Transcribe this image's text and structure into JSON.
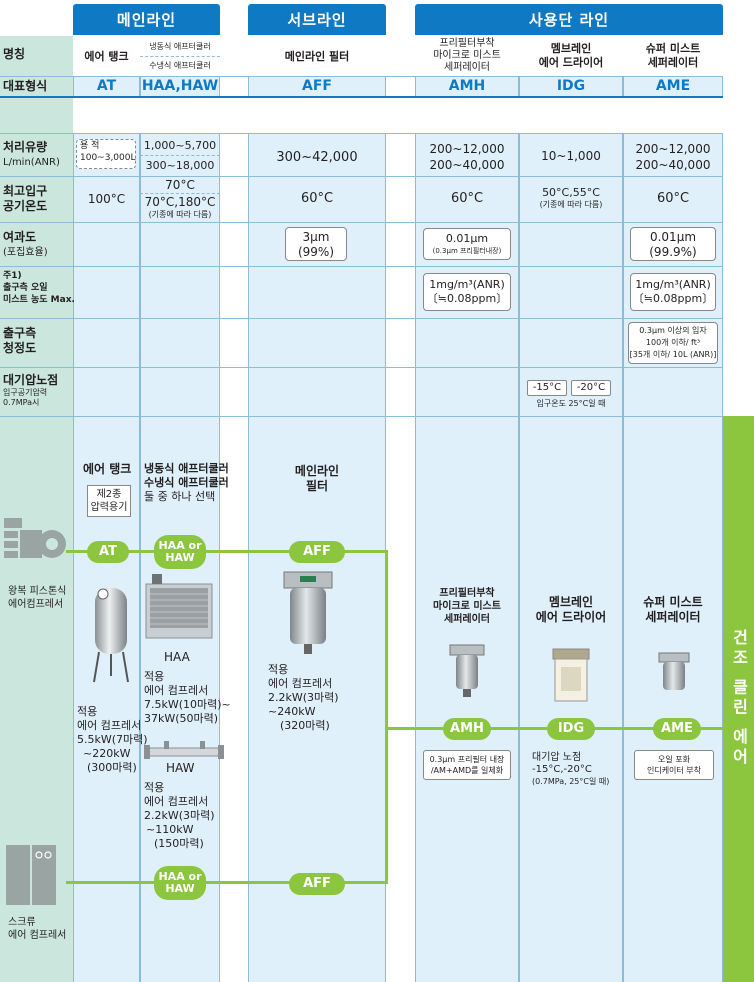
{
  "headers": {
    "main_line": "메인라인",
    "sub_line": "서브라인",
    "point_of_use": "사용단 라인"
  },
  "row_labels": {
    "name": "명칭",
    "model": "대표형식",
    "flow": "처리유량",
    "flow_unit": "L/min(ANR)",
    "inlet_temp_1": "최고입구",
    "inlet_temp_2": "공기온도",
    "filtration_1": "여과도",
    "filtration_2": "(포집효율)",
    "oil_note": "주1)",
    "oil_1": "출구측 오일",
    "oil_2": "미스트 농도 Max.",
    "clean_1": "출구측",
    "clean_2": "청정도",
    "dew_1": "대기압노점",
    "dew_2": "입구공기압력",
    "dew_3": "0.7MPa시"
  },
  "columns": {
    "at": {
      "name": "에어 탱크",
      "model": "AT",
      "flow_1": "용 적",
      "flow_2": "100~3,000L",
      "temp": "100°C"
    },
    "haa": {
      "name_1": "냉동식 애프터쿨러",
      "name_2": "수냉식 애프터쿨러",
      "model": "HAA,HAW",
      "flow_1": "1,000~5,700",
      "flow_2": "300~18,000",
      "temp_1": "70°C",
      "temp_2": "70°C,180°C",
      "temp_note": "(기종에 따라 다름)"
    },
    "aff": {
      "name": "메인라인 필터",
      "model": "AFF",
      "flow": "300~42,000",
      "temp": "60°C",
      "filt_1": "3μm",
      "filt_2": "(99%)"
    },
    "amh": {
      "name_1": "프리필터부착",
      "name_2": "마이크로 미스트",
      "name_3": "세퍼레이터",
      "model": "AMH",
      "flow_1": "200~12,000",
      "flow_2": "200~40,000",
      "temp": "60°C",
      "filt_1": "0.01μm",
      "filt_2": "(0.3μm 프리필터내장)",
      "oil_1": "1mg/m³(ANR)",
      "oil_2": "〔≒0.08ppm〕"
    },
    "idg": {
      "name_1": "멤브레인",
      "name_2": "에어 드라이어",
      "model": "IDG",
      "flow": "10~1,000",
      "temp_1": "50°C,55°C",
      "temp_2": "(기종에 따라 다름)",
      "dew_1": "-15°C",
      "dew_2": "-20°C",
      "dew_note": "입구온도 25°C일 때"
    },
    "ame": {
      "name_1": "슈퍼 미스트",
      "name_2": "세퍼레이터",
      "model": "AME",
      "flow_1": "200~12,000",
      "flow_2": "200~40,000",
      "temp": "60°C",
      "filt_1": "0.01μm",
      "filt_2": "(99.9%)",
      "oil_1": "1mg/m³(ANR)",
      "oil_2": "〔≒0.08ppm〕",
      "clean_1": "0.3μm 이상의 입자",
      "clean_2": "100개 이하/ ft³",
      "clean_3": "[35개 이하/ 10L (ANR)]"
    }
  },
  "diagram": {
    "at_title": "에어 탱크",
    "at_box_1": "제2종",
    "at_box_2": "압력용기",
    "at_apply_1": "적용",
    "at_apply_2": "에어 컴프레서",
    "at_apply_3": "5.5kW(7마력)",
    "at_apply_4": "~220kW",
    "at_apply_5": "(300마력)",
    "haa_title_1": "냉동식 애프터쿨러",
    "haa_title_2": "수냉식 애프터쿨러",
    "haa_title_3": "둘 중 하나 선택",
    "haa_label": "HAA",
    "haa_apply_1": "적용",
    "haa_apply_2": "에어 컴프레서",
    "haa_apply_3": "7.5kW(10마력)~",
    "haa_apply_4": "37kW(50마력)",
    "haw_label": "HAW",
    "haw_apply_1": "적용",
    "haw_apply_2": "에어 컴프레서",
    "haw_apply_3": "2.2kW(3마력)",
    "haw_apply_4": "~110kW",
    "haw_apply_5": "(150마력)",
    "aff_title_1": "메인라인",
    "aff_title_2": "필터",
    "aff_apply_1": "적용",
    "aff_apply_2": "에어 컴프레서",
    "aff_apply_3": "2.2kW(3마력)",
    "aff_apply_4": "~240kW",
    "aff_apply_5": "(320마력)",
    "amh_title_1": "프리필터부착",
    "amh_title_2": "마이크로 미스트",
    "amh_title_3": "세퍼레이터",
    "amh_note_1": "0.3μm 프리필터 내장",
    "amh_note_2": "/AM+AMD를 일체화",
    "idg_title_1": "멤브레인",
    "idg_title_2": "에어 드라이어",
    "idg_note_1": "대기압 노점",
    "idg_note_2": "-15°C,-20°C",
    "idg_note_3": "(0.7MPa, 25°C일 때)",
    "ame_title_1": "슈퍼 미스트",
    "ame_title_2": "세퍼레이터",
    "ame_note_1": "오일 포화",
    "ame_note_2": "인디케이터 부착",
    "pill_at": "AT",
    "pill_haa_1": "HAA or",
    "pill_haa_2": "HAW",
    "pill_aff": "AFF",
    "pill_amh": "AMH",
    "pill_idg": "IDG",
    "pill_ame": "AME",
    "comp1_1": "왕복 피스톤식",
    "comp1_2": "에어컴프레서",
    "comp2_1": "스크류",
    "comp2_2": "에어 컴프레서",
    "side_band": "건조 클린 에어"
  },
  "colors": {
    "header_blue": "#0f79c4",
    "cell_blue": "#dff0fa",
    "left_green": "#cbe6dd",
    "pipe_green": "#8cc63f"
  }
}
